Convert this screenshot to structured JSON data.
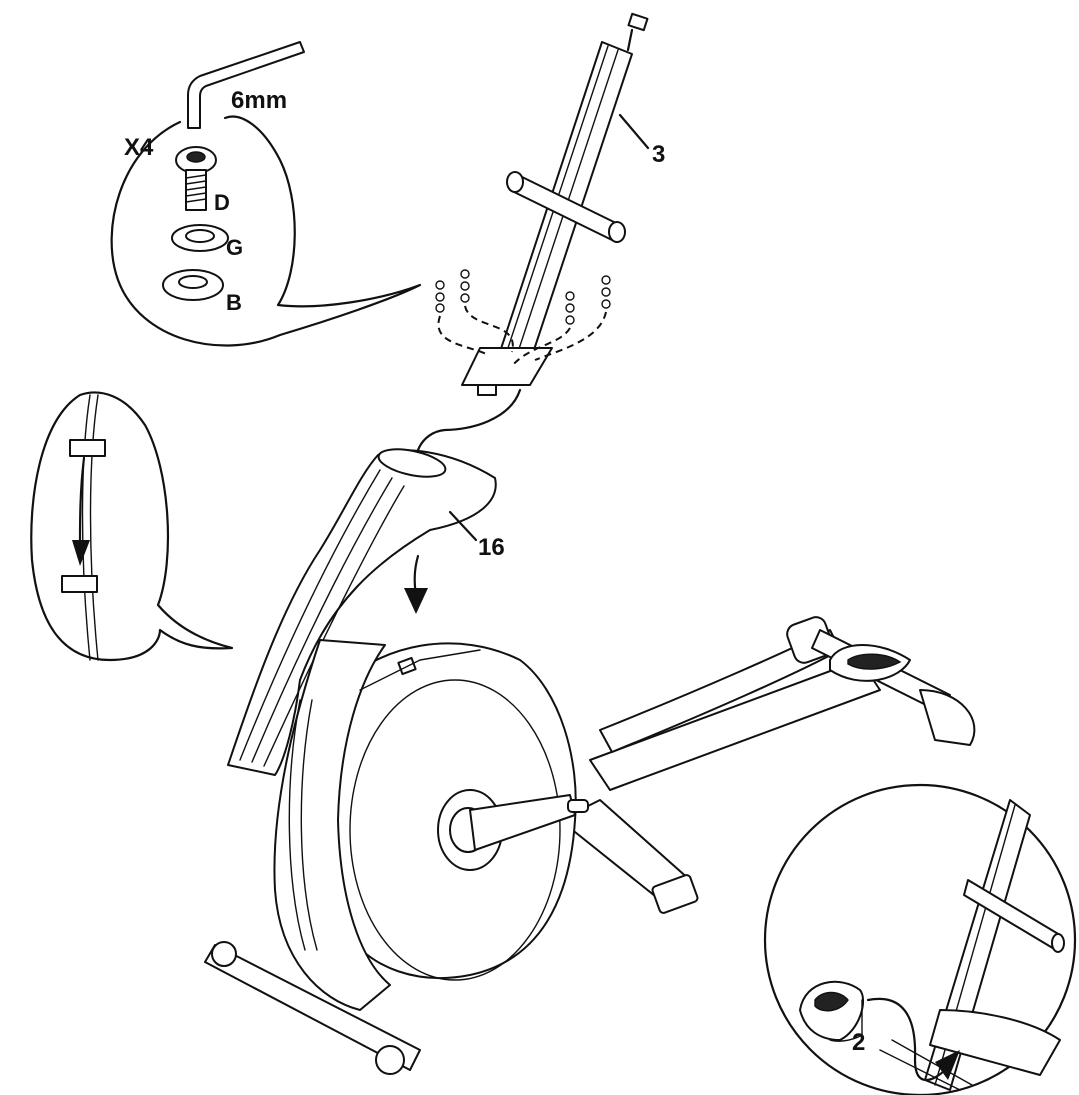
{
  "labels": {
    "wrench_size": "6mm",
    "quantity": "X4",
    "bolt": "D",
    "spring_washer": "G",
    "flat_washer": "B",
    "upright_tube": "3",
    "upright_cover": "16",
    "cover_part": "2"
  },
  "colors": {
    "line": "#111111",
    "background": "#ffffff"
  },
  "icons": [
    "allen-wrench-icon",
    "bolt-icon",
    "arrow-down-icon",
    "arrow-curved-icon"
  ]
}
